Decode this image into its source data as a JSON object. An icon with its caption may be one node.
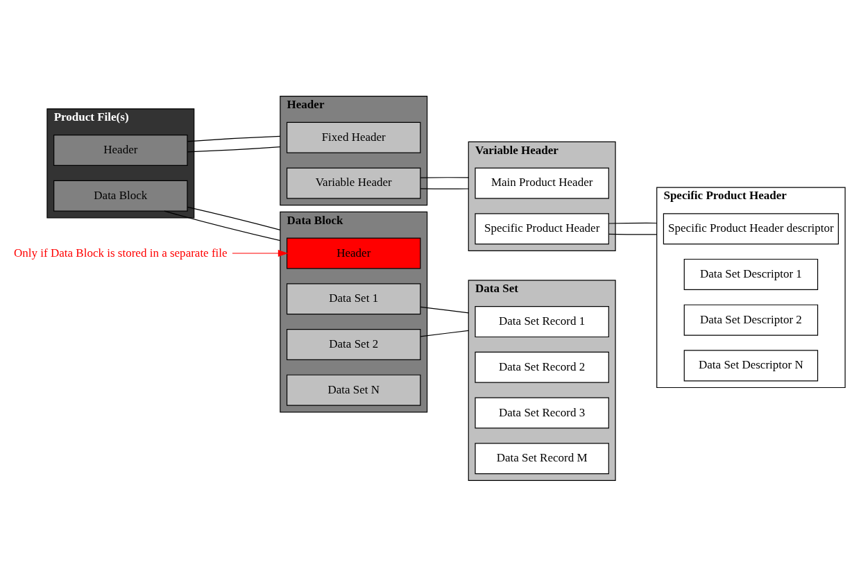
{
  "diagram": {
    "nodes": [
      {
        "text": [
          "Product File(s)"
        ]
      },
      {
        "text": [
          "Header"
        ],
        "in": 0
      },
      {
        "text": [
          "Data Block"
        ],
        "in": 0
      },
      {
        "text": [
          "Header"
        ]
      },
      {
        "text": [
          "Fixed Header"
        ],
        "in": 3
      },
      {
        "text": [
          "Variable Header"
        ],
        "in": 3
      },
      {
        "text": [
          "Variable Header"
        ]
      },
      {
        "text": [
          "Main Product Header"
        ],
        "in": 6
      },
      {
        "text": [
          "Specific Product Header"
        ],
        "in": 6
      },
      {
        "text": [
          "Specific Product Header"
        ]
      },
      {
        "text": [
          "Specific Product Header descriptor"
        ],
        "in": 9
      },
      {
        "text": [
          "Data Set Descriptor 1"
        ],
        "in": 9
      },
      {
        "text": [
          "Data Set Descriptor 2"
        ],
        "in": 9
      },
      {
        "text": [
          "Data Set Descriptor N"
        ],
        "in": 9
      },
      {
        "text": [
          "Data Block"
        ]
      },
      {
        "text": [
          "Header"
        ],
        "in": 14
      },
      {
        "text": [
          "Data Set 1"
        ],
        "in": 14
      },
      {
        "text": [
          "Data Set 2"
        ],
        "in": 14
      },
      {
        "text": [
          "Data Set N"
        ],
        "in": 14
      },
      {
        "text": [
          "Data Set"
        ]
      },
      {
        "text": [
          "Data Set Record 1"
        ],
        "in": 19
      },
      {
        "text": [
          "Data Set Record 2"
        ],
        "in": 19
      },
      {
        "text": [
          "Data Set Record 3"
        ],
        "in": 19
      },
      {
        "text": [
          "Data Set Record M"
        ],
        "in": 19
      },
      {
        "text": [
          "Only if Data Block is stored in a separate file"
        ]
      }
    ],
    "edges": [
      {
        "from": 1,
        "to": 3,
        "arrow": "none"
      },
      {
        "from": 1,
        "to": 3,
        "arrow": "none"
      },
      {
        "from": 5,
        "to": 6,
        "arrow": "none"
      },
      {
        "from": 5,
        "to": 6,
        "arrow": "none"
      },
      {
        "from": 8,
        "to": 9,
        "arrow": "none"
      },
      {
        "from": 8,
        "to": 9,
        "arrow": "none"
      },
      {
        "from": 2,
        "to": 14,
        "arrow": "none"
      },
      {
        "from": 2,
        "to": 14,
        "arrow": "none"
      },
      {
        "from": 16,
        "to": 19,
        "arrow": "none"
      },
      {
        "from": 17,
        "to": 19,
        "arrow": "none"
      },
      {
        "from": 24,
        "to": 15,
        "arrow": "to",
        "color": "#ff0000"
      }
    ]
  }
}
